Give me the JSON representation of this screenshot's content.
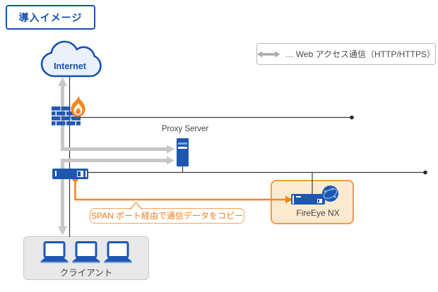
{
  "title": {
    "label": "導入イメージ"
  },
  "legend": {
    "label": "… Web アクセス通信（HTTP/HTTPS）"
  },
  "nodes": {
    "internet": {
      "label": "Internet"
    },
    "proxy": {
      "label": "Proxy Server"
    },
    "fireeye": {
      "label": "FireEye NX"
    },
    "clients": {
      "label": "クライアント"
    }
  },
  "annotations": {
    "span_note": {
      "label": "SPAN ポート経由で通信データをコピー"
    }
  },
  "colors": {
    "primary_blue": "#1D57B2",
    "deep_blue": "#1550B4",
    "cloud_fill": "#EAF1FB",
    "orange": "#F5861D",
    "span_border_orange": "#F2A45C",
    "fireeye_box_fill": "#FCEAD0",
    "fireeye_box_border": "#F29A45",
    "gray_arrow": "#C7C7C7",
    "legend_arrow": "#ABABAB",
    "black_line": "#3A3A3A",
    "client_box_fill": "#E8E8E8",
    "text_dark": "#444444"
  }
}
